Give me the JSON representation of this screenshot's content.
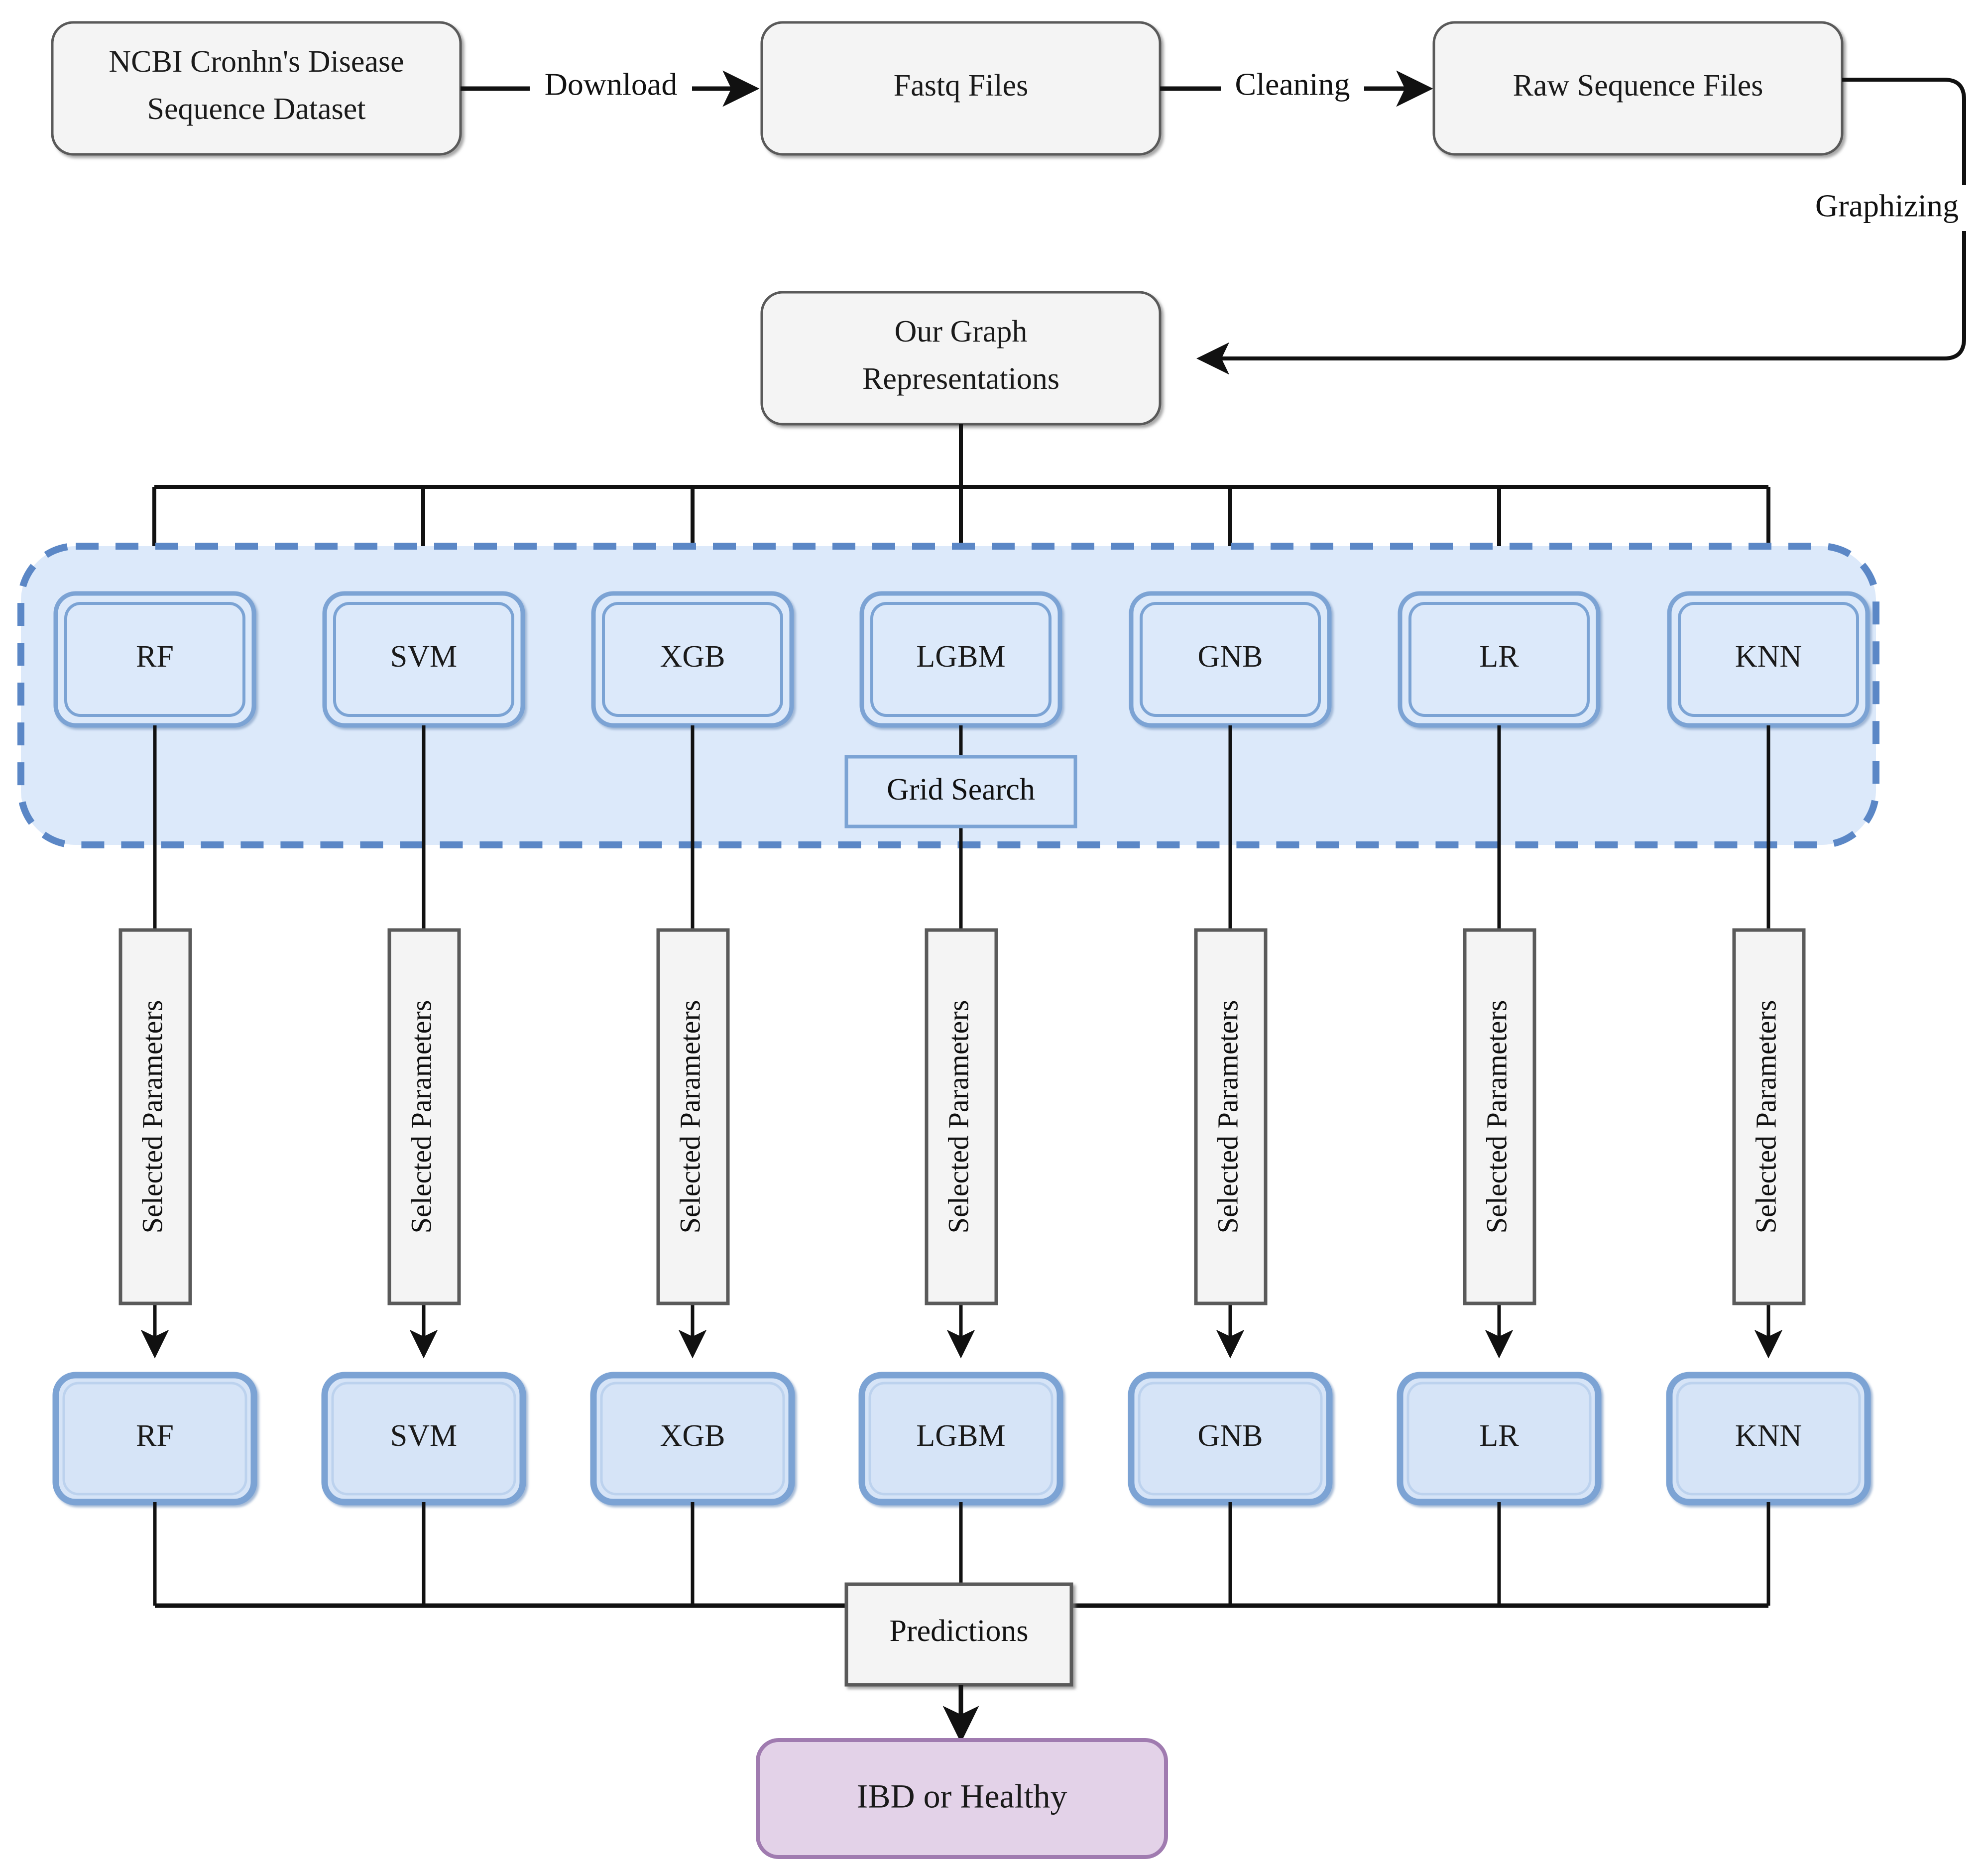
{
  "diagram": {
    "title_nodes": {
      "dataset": "NCBI Cronhn's Disease Sequence Dataset",
      "dataset_line1": "NCBI Cronhn's Disease",
      "dataset_line2": "Sequence Dataset",
      "fastq": "Fastq Files",
      "raw": "Raw Sequence Files",
      "graph_line1": "Our Graph",
      "graph_line2": "Representations",
      "grid_search": "Grid Search",
      "predictions": "Predictions",
      "outcome": "IBD or Healthy"
    },
    "edge_labels": {
      "download": "Download",
      "cleaning": "Cleaning",
      "graphizing": "Graphizing",
      "selected_parameters": "Selected Parameters"
    },
    "models": [
      {
        "id": "rf",
        "label": "RF"
      },
      {
        "id": "svm",
        "label": "SVM"
      },
      {
        "id": "xgb",
        "label": "XGB"
      },
      {
        "id": "lgbm",
        "label": "LGBM"
      },
      {
        "id": "gnb",
        "label": "GNB"
      },
      {
        "id": "lr",
        "label": "LR"
      },
      {
        "id": "knn",
        "label": "KNN"
      }
    ],
    "colors": {
      "node_fill": "#f4f4f4",
      "node_stroke": "#5a5a5a",
      "model_fill": "#d6e4f7",
      "model_stroke": "#7ba3d4",
      "group_fill": "#dce9fa",
      "group_stroke": "#5b87c6",
      "outcome_fill": "#e3d2e8",
      "outcome_stroke": "#a07bb0",
      "edge": "#1a1a1a"
    }
  }
}
